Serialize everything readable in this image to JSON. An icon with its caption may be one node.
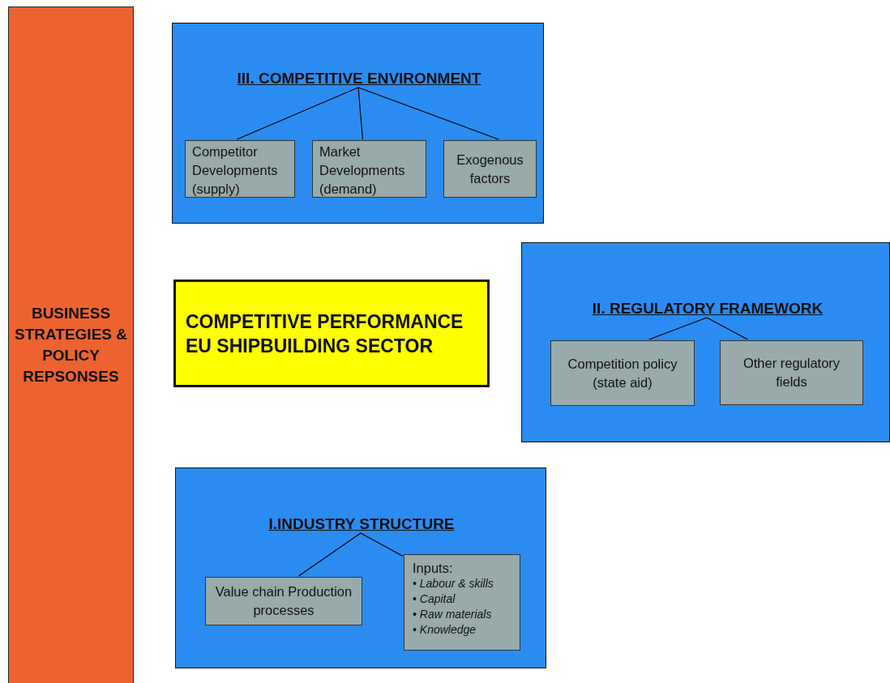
{
  "diagram": {
    "nodes": [
      {
        "text": [
          "BUSINESS STRATEGIES & POLICY REPSONSES"
        ]
      },
      {
        "text": [],
        "shape": "box"
      },
      {
        "text": [
          "III. COMPETITIVE ENVIRONMENT"
        ],
        "in": 1
      },
      {
        "text": [
          "Competitor Developments (supply)"
        ],
        "in": 1
      },
      {
        "text": [
          "Market Developments (demand)"
        ],
        "in": 1
      },
      {
        "text": [
          "Exogenous factors"
        ],
        "in": 1
      },
      {
        "text": [
          "COMPETITIVE PERFORMANCE EU SHIPBUILDING SECTOR"
        ]
      },
      {
        "text": [],
        "shape": "box"
      },
      {
        "text": [
          "II. REGULATORY FRAMEWORK"
        ],
        "in": 7
      },
      {
        "text": [
          "Competition policy (state aid)"
        ],
        "in": 7
      },
      {
        "text": [
          "Other regulatory fields"
        ],
        "in": 7
      },
      {
        "text": [],
        "shape": "box"
      },
      {
        "text": [
          "I.INDUSTRY STRUCTURE"
        ],
        "in": 11
      },
      {
        "text": [
          "Value chain Production processes"
        ],
        "in": 11
      },
      {
        "text": [
          "Inputs:",
          "• Labour & skills",
          "• Capital",
          "• Raw materials",
          "• Knowledge"
        ],
        "in": 11
      }
    ],
    "edges": [
      {
        "from": 2,
        "to": 3,
        "arrow": "none"
      },
      {
        "from": 2,
        "to": 4,
        "arrow": "none"
      },
      {
        "from": 2,
        "to": 5,
        "arrow": "none"
      },
      {
        "from": 8,
        "to": 9,
        "arrow": "none"
      },
      {
        "from": 8,
        "to": 10,
        "arrow": "none"
      },
      {
        "from": 12,
        "to": 13,
        "arrow": "none"
      },
      {
        "from": 12,
        "to": 14,
        "arrow": "none"
      }
    ]
  }
}
